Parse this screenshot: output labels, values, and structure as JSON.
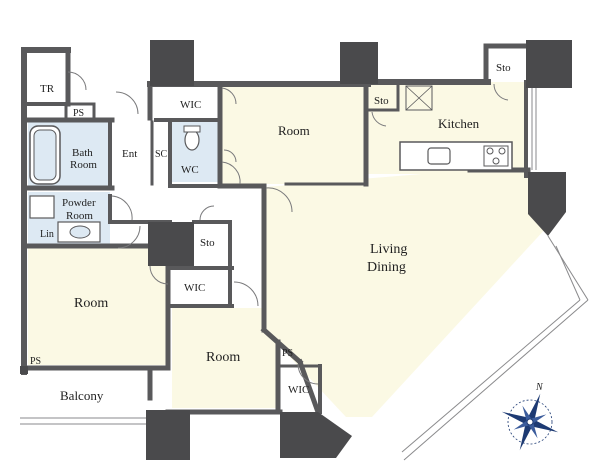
{
  "colors": {
    "wall": "#59595b",
    "pillar": "#4a4a4c",
    "floor": "#fbf9e4",
    "wet": "#dde9f3",
    "closet": "#ffffff",
    "ink": "#1f1f1f",
    "compass": "#1d3a73"
  },
  "rooms": {
    "tr": "TR",
    "ps_top": "PS",
    "bath_1": "Bath",
    "bath_2": "Room",
    "ent": "Ent",
    "sc": "SC",
    "wic_top": "WIC",
    "wc": "WC",
    "room_top": "Room",
    "sto_kitchen": "Sto",
    "sto_corner": "Sto",
    "kitchen": "Kitchen",
    "powder_1": "Powder",
    "powder_2": "Room",
    "lin": "Lin",
    "sto_mid": "Sto",
    "wic_mid": "WIC",
    "living_1": "Living",
    "living_2": "Dining",
    "room_left": "Room",
    "room_mid": "Room",
    "ps_bottom_left": "PS",
    "ps_bottom_mid": "PS",
    "wic_bottom": "WIC",
    "balcony": "Balcony"
  },
  "compass": {
    "north": "N",
    "icon": "compass-rose-icon"
  }
}
